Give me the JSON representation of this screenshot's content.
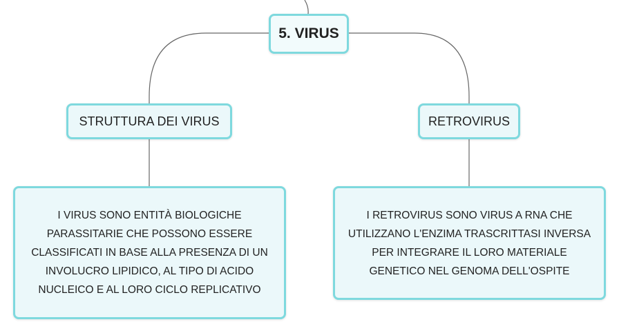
{
  "root": {
    "label": "5. VIRUS"
  },
  "branches": [
    {
      "label": "STRUTTURA DEI VIRUS",
      "description_lines": [
        "I VIRUS SONO ENTITÀ BIOLOGICHE",
        "PARASSITARIE CHE POSSONO ESSERE",
        "CLASSIFICATI IN BASE ALLA PRESENZA DI UN",
        "INVOLUCRO LIPIDICO, AL TIPO DI ACIDO",
        "NUCLEICO E AL LORO CICLO REPLICATIVO"
      ]
    },
    {
      "label": "RETROVIRUS",
      "description_lines": [
        "I RETROVIRUS SONO VIRUS A RNA CHE",
        "UTILIZZANO L'ENZIMA TRASCRITTASI INVERSA",
        "PER INTEGRARE IL LORO MATERIALE",
        "GENETICO NEL GENOMA DELL'OSPITE"
      ]
    }
  ],
  "colors": {
    "node_border": "#7ed9de",
    "node_fill": "#ebf8fa",
    "connector": "#666666"
  }
}
